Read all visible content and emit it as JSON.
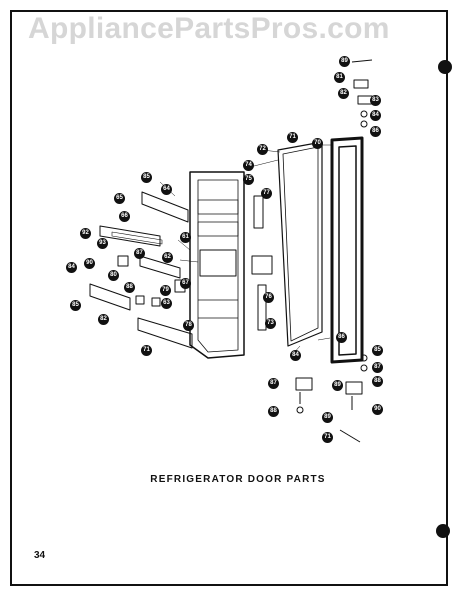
{
  "watermark": "AppliancePartsPros.com",
  "caption": "REFRIGERATOR DOOR PARTS",
  "page_number": "34",
  "callouts": [
    {
      "id": "c1",
      "label": "89"
    },
    {
      "id": "c2",
      "label": "81"
    },
    {
      "id": "c3",
      "label": "82"
    },
    {
      "id": "c4",
      "label": "83"
    },
    {
      "id": "c5",
      "label": "84"
    },
    {
      "id": "c6",
      "label": "86"
    },
    {
      "id": "c7",
      "label": "71"
    },
    {
      "id": "c8",
      "label": "70"
    },
    {
      "id": "c9",
      "label": "72"
    },
    {
      "id": "c10",
      "label": "74"
    },
    {
      "id": "c11",
      "label": "75"
    },
    {
      "id": "c12",
      "label": "77"
    },
    {
      "id": "c13",
      "label": "85"
    },
    {
      "id": "c14",
      "label": "64"
    },
    {
      "id": "c15",
      "label": "65"
    },
    {
      "id": "c16",
      "label": "66"
    },
    {
      "id": "c17",
      "label": "92"
    },
    {
      "id": "c18",
      "label": "93"
    },
    {
      "id": "c19",
      "label": "61"
    },
    {
      "id": "c20",
      "label": "62"
    },
    {
      "id": "c21",
      "label": "87"
    },
    {
      "id": "c22",
      "label": "84"
    },
    {
      "id": "c23",
      "label": "90"
    },
    {
      "id": "c24",
      "label": "67"
    },
    {
      "id": "c25",
      "label": "80"
    },
    {
      "id": "c26",
      "label": "88"
    },
    {
      "id": "c27",
      "label": "79"
    },
    {
      "id": "c28",
      "label": "63"
    },
    {
      "id": "c29",
      "label": "85"
    },
    {
      "id": "c30",
      "label": "82"
    },
    {
      "id": "c31",
      "label": "78"
    },
    {
      "id": "c32",
      "label": "76"
    },
    {
      "id": "c33",
      "label": "73"
    },
    {
      "id": "c34",
      "label": "71"
    },
    {
      "id": "c35",
      "label": "86"
    },
    {
      "id": "c36",
      "label": "84"
    },
    {
      "id": "c37",
      "label": "85"
    },
    {
      "id": "c38",
      "label": "87"
    },
    {
      "id": "c39",
      "label": "88"
    },
    {
      "id": "c40",
      "label": "87"
    },
    {
      "id": "c41",
      "label": "89"
    },
    {
      "id": "c42",
      "label": "90"
    },
    {
      "id": "c43",
      "label": "88"
    }
  ]
}
